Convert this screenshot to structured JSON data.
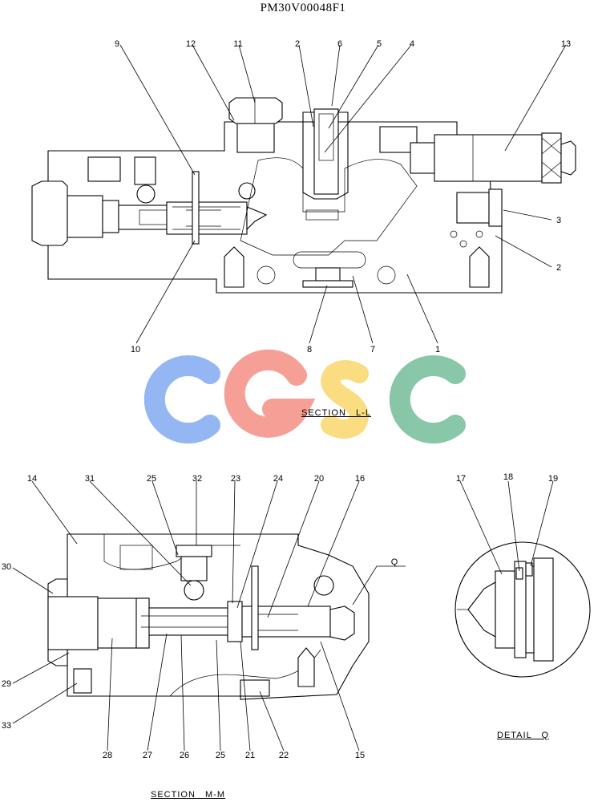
{
  "document": {
    "code": "PM30V00048F1"
  },
  "sections": {
    "top": {
      "label": "SECTION   L-L"
    },
    "bottom": {
      "label": "SECTION   M-M"
    },
    "detail": {
      "label": "DETAIL   Q"
    }
  },
  "watermark": {
    "text": "CGSC",
    "colors": [
      "#8fb3f2",
      "#f59a92",
      "#f9dc7a",
      "#83c4a4"
    ]
  },
  "callouts_top": [
    "9",
    "12",
    "11",
    "2",
    "6",
    "5",
    "4",
    "13",
    "3",
    "2",
    "1",
    "7",
    "8",
    "10"
  ],
  "callouts_bottom": [
    "14",
    "31",
    "25",
    "32",
    "23",
    "24",
    "20",
    "16",
    "Q",
    "30",
    "29",
    "33",
    "28",
    "27",
    "26",
    "25",
    "21",
    "22",
    "15"
  ],
  "callouts_detail": [
    "17",
    "18",
    "19"
  ]
}
